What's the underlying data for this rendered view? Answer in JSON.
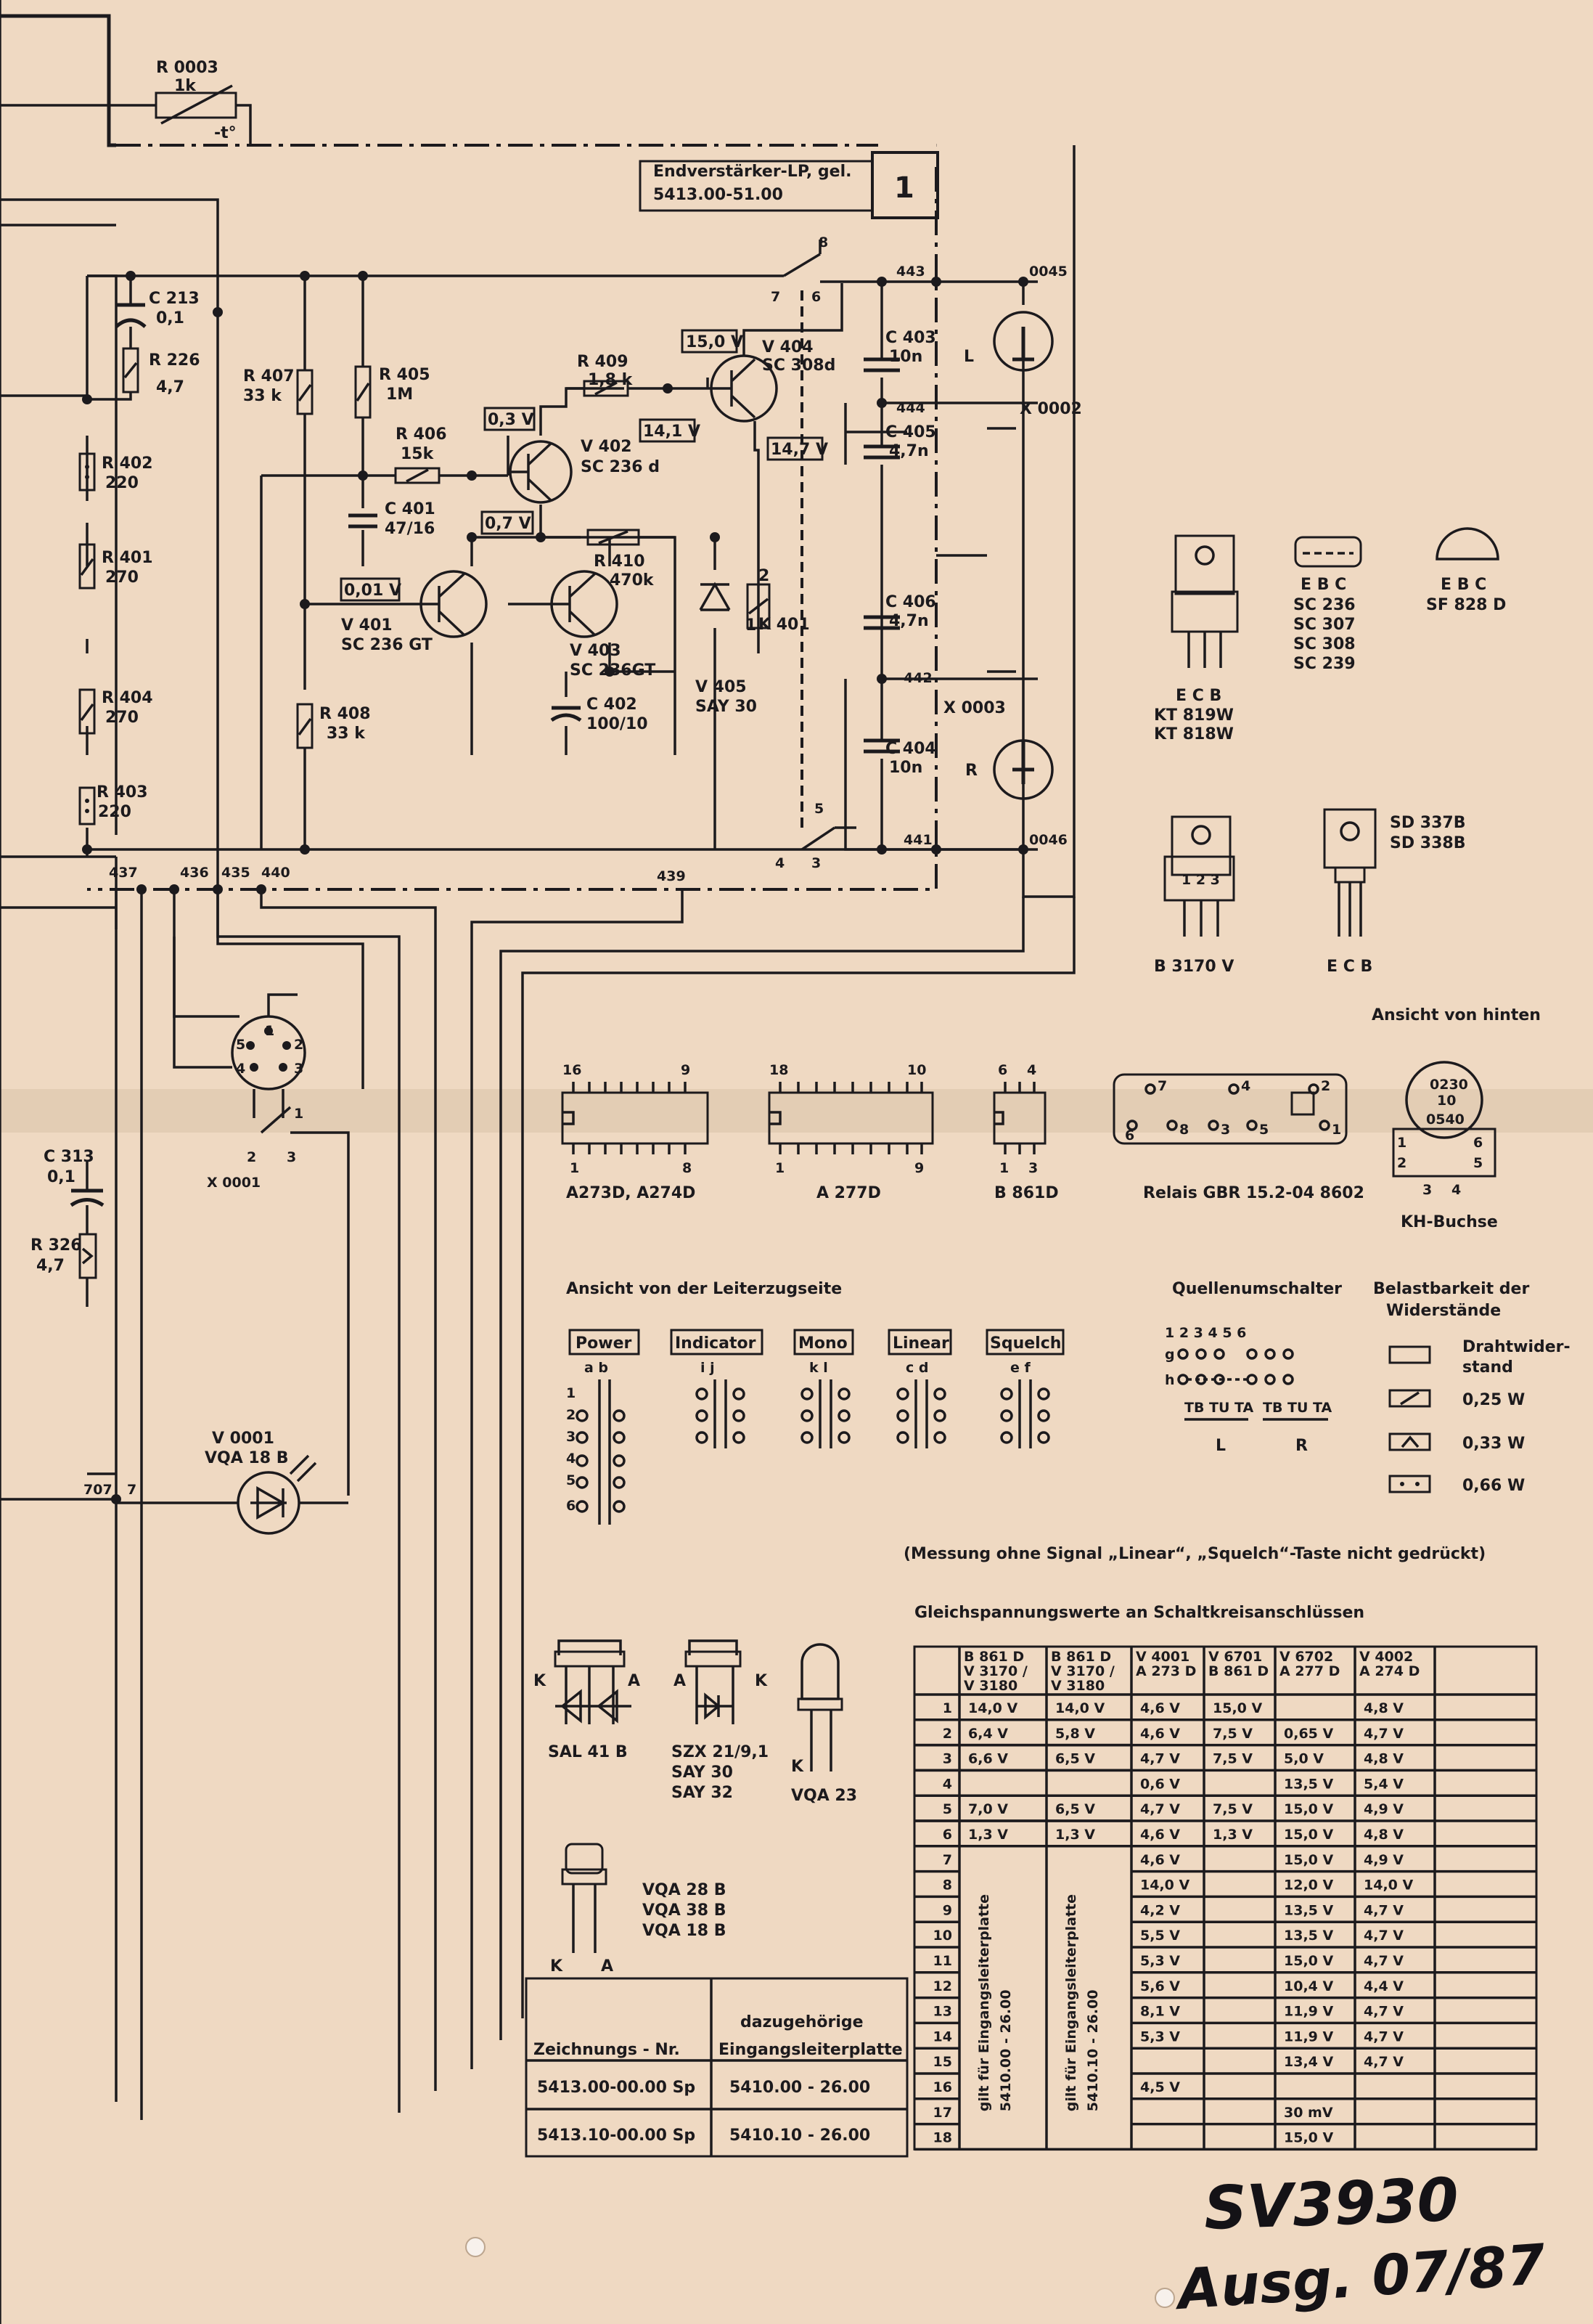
{
  "header": {
    "title": "Endverstärker-LP, gel.",
    "drawing_no": "5413.00-51.00",
    "sheet_no": "1"
  },
  "labels": {
    "r0003": [
      "R 0003",
      "1k",
      "-t°"
    ],
    "c213": [
      "C 213",
      "0,1"
    ],
    "r226": [
      "R 226",
      "4,7"
    ],
    "r402": [
      "R 402",
      "220"
    ],
    "r401": [
      "R 401",
      "270"
    ],
    "r404": [
      "R 404",
      "270"
    ],
    "r403": [
      "R 403",
      "220"
    ],
    "r407": [
      "R 407",
      "33 k"
    ],
    "r405": [
      "R 405",
      "1M"
    ],
    "r406": [
      "R 406",
      "15k"
    ],
    "c401": [
      "C 401",
      "47/16"
    ],
    "r409": [
      "R 409",
      "1,8 k"
    ],
    "v402": [
      "V 402",
      "SC 236 d"
    ],
    "v404": [
      "V 404",
      "SC 308d"
    ],
    "v401": [
      "V 401",
      "SC 236 GT"
    ],
    "v403": [
      "V 403",
      "SC 236GT"
    ],
    "r410": [
      "R 410",
      "470k"
    ],
    "c402": [
      "C 402",
      "100/10"
    ],
    "r408": [
      "R 408",
      "33 k"
    ],
    "v405": [
      "V 405",
      "SAY 30"
    ],
    "k401": [
      "K 401",
      "1",
      "2"
    ],
    "c403": [
      "C 403",
      "10n"
    ],
    "c405": [
      "C 405",
      "4,7n"
    ],
    "c406": [
      "C 406",
      "4,7n"
    ],
    "c404": [
      "C 404",
      "10n"
    ],
    "c313": [
      "C 313",
      "0,1"
    ],
    "r326": [
      "R 326",
      "4,7"
    ],
    "v0001": [
      "V 0001",
      "VQA 18 B"
    ],
    "x0001": [
      "X 0001",
      "1",
      "2",
      "3"
    ],
    "x0002": "X 0002",
    "x0003": "X 0003",
    "ch_l": "L",
    "ch_r": "R",
    "switch_top": [
      "8",
      "7",
      "6"
    ],
    "switch_bottom": [
      "5",
      "4",
      "3"
    ],
    "din_pins": [
      "1",
      "2",
      "3",
      "4",
      "5"
    ]
  },
  "voltages": [
    "15,0 V",
    "0,3 V",
    "14,1 V",
    "14,7 V",
    "0,7 V",
    "0,01 V"
  ],
  "nodes": [
    "443",
    "0045",
    "444",
    "442",
    "441",
    "0046",
    "437",
    "436",
    "435",
    "440",
    "439",
    "707",
    "7"
  ],
  "packages": [
    {
      "name": "KT 819W / KT 818W",
      "pins": "E C B"
    },
    {
      "name": "SC 236 / SC 307 / SC 308 / SC 239",
      "pins": "E B C"
    },
    {
      "name": "SF 828 D",
      "pins": "E B C"
    },
    {
      "name": "B 3170 V",
      "pins": "1 2 3"
    },
    {
      "name": "SD 337B / SD 338B",
      "pins": "E C B"
    }
  ],
  "pkg_text": {
    "kt819": "KT 819W",
    "kt818": "KT 818W",
    "ecb1": "E C B",
    "sc236": "SC 236",
    "sc307": "SC 307",
    "sc308": "SC 308",
    "sc239": "SC 239",
    "ebc1": "E B C",
    "sf828": "SF 828 D",
    "ebc2": "E B C",
    "b3170": "B 3170 V",
    "pins123": "1 2 3",
    "sd337": "SD 337B",
    "sd338": "SD 338B",
    "ecb2": "E C B",
    "rear_view": "Ansicht von hinten"
  },
  "ics": {
    "ic1": {
      "top": [
        "16",
        "9"
      ],
      "bottom": [
        "1",
        "8"
      ],
      "name": "A273D, A274D"
    },
    "ic2": {
      "top": [
        "18",
        "10"
      ],
      "bottom": [
        "1",
        "9"
      ],
      "name": "A 277D"
    },
    "ic3": {
      "top": [
        "6",
        "4"
      ],
      "bottom": [
        "1",
        "3"
      ],
      "name": "B 861D"
    },
    "relay": {
      "name": "Relais GBR 15.2-04 8602",
      "pins": [
        "7",
        "4",
        "2",
        "6",
        "8",
        "3",
        "5",
        "1"
      ]
    },
    "kh": {
      "name": "KH-Buchse",
      "pins": [
        "2",
        "3",
        "0",
        "1",
        "0",
        "5",
        "4",
        "0",
        "1",
        "6",
        "2",
        "5",
        "3",
        "4"
      ]
    }
  },
  "switches": {
    "caption": "Ansicht von der Leiterzugseite",
    "power": {
      "label": "Power",
      "cols": "a b",
      "rows": [
        "1",
        "2",
        "3",
        "4",
        "5",
        "6"
      ]
    },
    "indicator": {
      "label": "Indicator",
      "cols": "i j"
    },
    "mono": {
      "label": "Mono",
      "cols": "k l"
    },
    "linear": {
      "label": "Linear",
      "cols": "c d"
    },
    "squelch": {
      "label": "Squelch",
      "cols": "e f"
    }
  },
  "source_switch": {
    "title": "Quellenumschalter",
    "top": "1 2 3  4 5 6",
    "row_g": "g",
    "row_h": "h",
    "tb_l": "TB TU TA",
    "tb_r": "TB TU TA",
    "l": "L",
    "r": "R"
  },
  "resistor_legend": {
    "title": [
      "Belastbarkeit der",
      "Widerstände"
    ],
    "items": [
      "Drahtwider-",
      "stand",
      "0,25 W",
      "0,33 W",
      "0,66 W"
    ]
  },
  "measurement_note": "(Messung ohne Signal „Linear“, „Squelch“-Taste nicht gedrückt)",
  "dc_table": {
    "title": "Gleichspannungswerte an Schaltkreisanschlüssen",
    "headers": [
      "",
      "B 861 D\nV 3170 /\nV 3180",
      "B 861 D\nV 3170 /\nV 3180",
      "V 4001\nA 273 D",
      "V 6701\nB 861 D",
      "V 6702\nA 277 D",
      "V 4002\nA 274 D",
      ""
    ],
    "rows": [
      [
        "1",
        "14,0 V",
        "14,0 V",
        "4,6 V",
        "15,0 V",
        "",
        "4,8 V",
        ""
      ],
      [
        "2",
        "6,4 V",
        "5,8 V",
        "4,6 V",
        "7,5 V",
        "0,65 V",
        "4,7 V",
        ""
      ],
      [
        "3",
        "6,6 V",
        "6,5 V",
        "4,7 V",
        "7,5 V",
        "5,0 V",
        "4,8 V",
        ""
      ],
      [
        "4",
        "",
        "",
        "0,6 V",
        "",
        "13,5 V",
        "5,4 V",
        ""
      ],
      [
        "5",
        "7,0 V",
        "6,5 V",
        "4,7 V",
        "7,5 V",
        "15,0 V",
        "4,9 V",
        ""
      ],
      [
        "6",
        "1,3 V",
        "1,3 V",
        "4,6 V",
        "1,3 V",
        "15,0 V",
        "4,8 V",
        ""
      ],
      [
        "7",
        "",
        "",
        "4,6 V",
        "",
        "15,0 V",
        "4,9 V",
        ""
      ],
      [
        "8",
        "",
        "",
        "14,0 V",
        "",
        "12,0 V",
        "14,0 V",
        ""
      ],
      [
        "9",
        "",
        "",
        "4,2 V",
        "",
        "13,5 V",
        "4,7 V",
        ""
      ],
      [
        "10",
        "",
        "",
        "5,5 V",
        "",
        "13,5 V",
        "4,7 V",
        ""
      ],
      [
        "11",
        "",
        "",
        "5,3 V",
        "",
        "15,0 V",
        "4,7 V",
        ""
      ],
      [
        "12",
        "",
        "",
        "5,6 V",
        "",
        "10,4 V",
        "4,4 V",
        ""
      ],
      [
        "13",
        "",
        "",
        "8,1 V",
        "",
        "11,9 V",
        "4,7 V",
        ""
      ],
      [
        "14",
        "",
        "",
        "5,3 V",
        "",
        "11,9 V",
        "4,7 V",
        ""
      ],
      [
        "15",
        "",
        "",
        "",
        "",
        "13,4 V",
        "4,7 V",
        ""
      ],
      [
        "16",
        "",
        "",
        "4,5 V",
        "",
        "",
        "",
        ""
      ],
      [
        "17",
        "",
        "",
        "",
        "",
        "30 mV",
        "",
        ""
      ],
      [
        "18",
        "",
        "",
        "",
        "",
        "15,0 V",
        "",
        ""
      ]
    ],
    "vertical_note_1": [
      "gilt für Eingangsleiterplatte",
      "5410.00 - 26.00"
    ],
    "vertical_note_2": [
      "gilt für Eingangsleiterplatte",
      "5410.10 - 26.00"
    ]
  },
  "drawing_table": {
    "headers": [
      "Zeichnungs - Nr.",
      "dazugehörige",
      "Eingangsleiterplatte"
    ],
    "rows": [
      [
        "5413.00-00.00 Sp",
        "5410.00 - 26.00"
      ],
      [
        "5413.10-00.00 Sp",
        "5410.10 - 26.00"
      ]
    ]
  },
  "diodes": {
    "sal41b": {
      "name": "SAL 41 B",
      "k": "K",
      "a": "A"
    },
    "szx": {
      "names": [
        "SZX 21/9,1",
        "SAY 30",
        "SAY 32"
      ],
      "a": "A",
      "k": "K"
    },
    "vqa23": {
      "name": "VQA 23",
      "k": "K"
    },
    "vqa_b": {
      "names": [
        "VQA 28 B",
        "VQA 38 B",
        "VQA 18 B"
      ],
      "k": "K",
      "a": "A"
    }
  },
  "stamp": {
    "model": "SV3930",
    "edition": "Ausg. 07/87"
  }
}
